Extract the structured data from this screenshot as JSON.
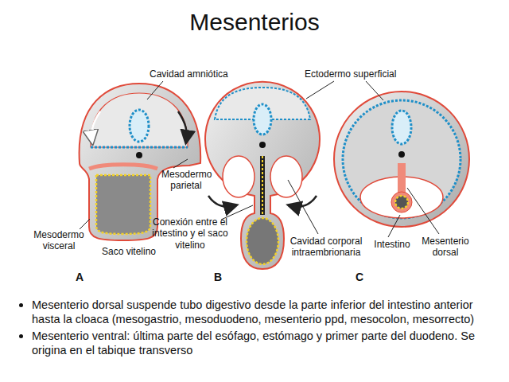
{
  "diagram": {
    "title": "Mesenterios",
    "labels": [
      "Cavidad amniótica",
      "Ectodermo superficial",
      "Mesodermo parietal",
      "Mesodermo visceral",
      "Saco vitelino",
      "Conexión entre el intestino y el saco vitelino",
      "Cavidad corporal intraembrionaria",
      "Intestino",
      "Mesenterio dorsal",
      "A",
      "B",
      "C",
      "Mesenterio dorsal suspende tubo digestivo desde la parte inferior del intestino anterior hasta la cloaca (mesogastrio, mesoduodeno, mesenterio ppd, mesocolon, mesorrecto)",
      "Mesenterio ventral: última parte del esófago, estómago y primer parte del duodeno. Se origina en el tabique transverso"
    ]
  }
}
